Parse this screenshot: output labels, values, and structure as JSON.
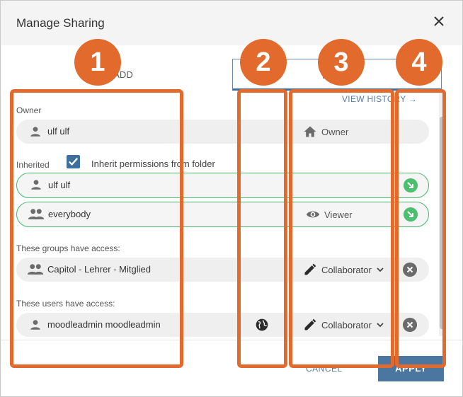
{
  "dialog": {
    "title": "Manage Sharing",
    "close_icon": "close-icon"
  },
  "tabs": [
    {
      "label": "ADD"
    },
    {
      "label": "INVITE"
    }
  ],
  "view_history": "VIEW HISTORY →",
  "owner": {
    "section_label": "Owner",
    "name": "ulf ulf",
    "role": "Owner",
    "icon": "person-icon",
    "role_icon": "home-icon"
  },
  "inherited": {
    "section_label": "Inherited",
    "checkbox_checked": true,
    "checkbox_label": "Inherit permissions from folder",
    "rows": [
      {
        "name": "ulf ulf",
        "role": "",
        "icon": "person-icon"
      },
      {
        "name": "everybody",
        "role": "Viewer",
        "icon": "group-icon",
        "role_icon": "eye-icon"
      }
    ]
  },
  "groups": {
    "section_label": "These groups have access:",
    "rows": [
      {
        "name": "Capitol - Lehrer - Mitglied",
        "role": "Collaborator",
        "icon": "group-icon",
        "role_icon": "pencil-icon"
      }
    ]
  },
  "users": {
    "section_label": "These users have access:",
    "rows": [
      {
        "name": "moodleadmin moodleadmin",
        "role": "Collaborator",
        "icon": "person-icon",
        "role_icon": "pencil-icon"
      }
    ]
  },
  "footer": {
    "cancel_label": "CANCEL",
    "apply_label": "APPLY"
  },
  "callouts": [
    "1",
    "2",
    "3",
    "4"
  ],
  "colors": {
    "accent": "#4a76a0",
    "callout": "#e36a2d",
    "inherited_border": "#49b86e",
    "row_bg": "#efefef"
  }
}
